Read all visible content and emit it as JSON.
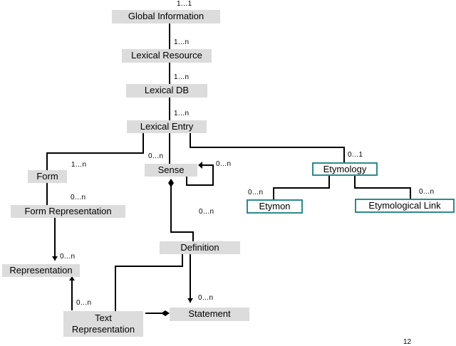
{
  "nodes": {
    "global_information": "Global Information",
    "lexical_resource": "Lexical Resource",
    "lexical_db": "Lexical DB",
    "lexical_entry": "Lexical Entry",
    "form": "Form",
    "sense": "Sense",
    "etymology": "Etymology",
    "form_representation": "Form Representation",
    "etymon": "Etymon",
    "etymological_link": "Etymological Link",
    "definition": "Definition",
    "representation": "Representation",
    "text_representation_line1": "Text",
    "text_representation_line2": "Representation",
    "statement": "Statement"
  },
  "multiplicities": {
    "global_top": "1…1",
    "resource": "1…n",
    "db": "1…n",
    "entry": "1…n",
    "form": "1…n",
    "sense": "0…n",
    "sense_self": "0…n",
    "etymology": "0…1",
    "form_representation": "0…n",
    "etymon": "0…n",
    "etymological_link": "0…n",
    "definition": "0…n",
    "representation": "0…n",
    "statement": "0…n",
    "text_representation": "0…n"
  },
  "page_number": "12"
}
